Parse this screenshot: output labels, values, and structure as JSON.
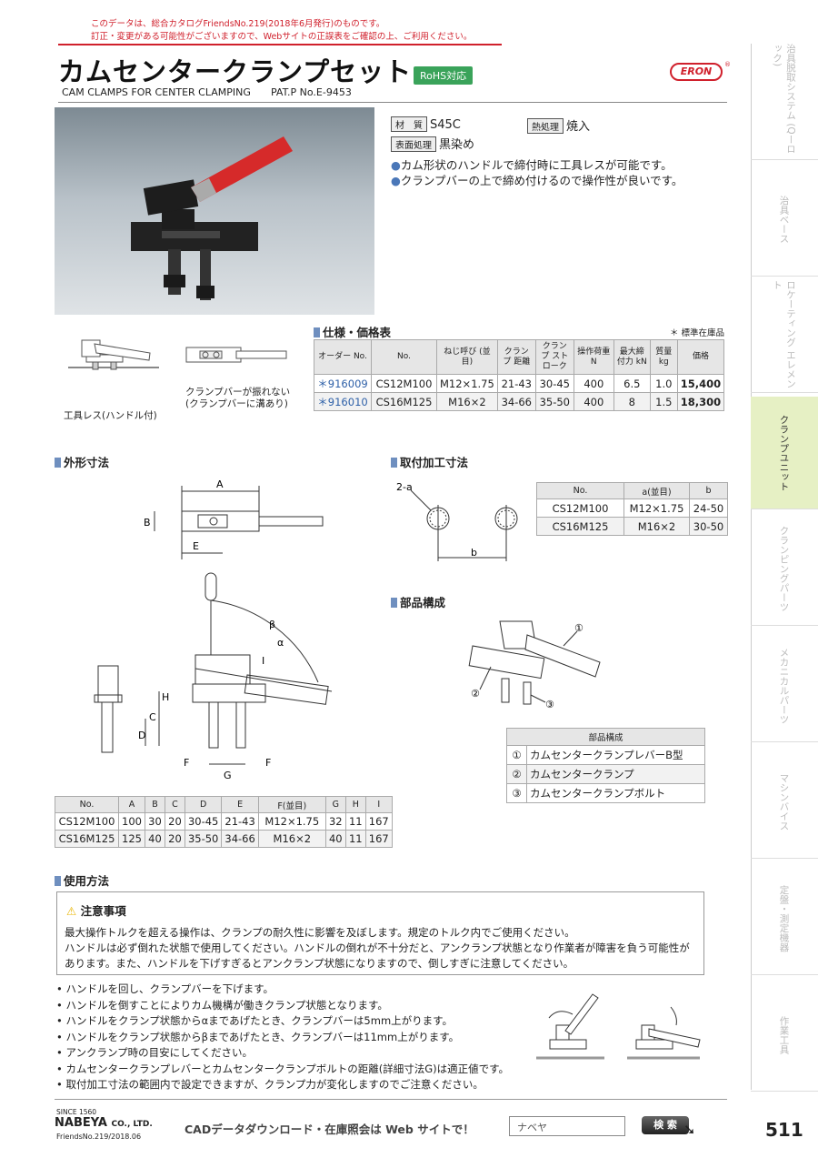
{
  "notice": [
    "このデータは、総合カタログFriendsNo.219(2018年6月発行)のものです。",
    "訂正・変更がある可能性がございますので、Webサイトの正誤表をご確認の上、ご利用ください。"
  ],
  "header": {
    "title": "カムセンタークランプセット",
    "rohs": "RoHS対応",
    "subtitle": "CAM CLAMPS FOR CENTER CLAMPING",
    "patent": "PAT.P No.E-9453",
    "brand": "ERON",
    "brand_mark": "®"
  },
  "specs": {
    "material_label": "材　質",
    "material": "S45C",
    "heat_label": "熱処理",
    "heat": "焼入",
    "surface_label": "表面処理",
    "surface": "黒染め"
  },
  "features": [
    "カム形状のハンドルで締付時に工具レスが可能です。",
    "クランプバーの上で締め付けるので操作性が良いです。"
  ],
  "illus": {
    "left_caption": "工具レス(ハンドル付)",
    "right_caption_1": "クランプバーが振れない",
    "right_caption_2": "(クランプバーに溝あり)"
  },
  "price_table": {
    "section": "仕様・価格表",
    "stock_note": "＊ 標準在庫品",
    "headers": [
      "オーダー No.",
      "No.",
      "ねじ呼び (並目)",
      "クランプ 距離",
      "クランプ ストローク",
      "操作荷重 N",
      "最大締付力 kN",
      "質量 kg",
      "価格"
    ],
    "rows": [
      [
        "＊916009",
        "CS12M100",
        "M12×1.75",
        "21-43",
        "30-45",
        "400",
        "6.5",
        "1.0",
        "15,400"
      ],
      [
        "＊916010",
        "CS16M125",
        "M16×2",
        "34-66",
        "35-50",
        "400",
        "8",
        "1.5",
        "18,300"
      ]
    ]
  },
  "dims": {
    "section": "外形寸法",
    "labels": [
      "A",
      "B",
      "E",
      "β",
      "α",
      "I",
      "H",
      "C",
      "D",
      "F",
      "G",
      "F"
    ],
    "headers": [
      "No.",
      "A",
      "B",
      "C",
      "D",
      "E",
      "F(並目)",
      "G",
      "H",
      "I"
    ],
    "rows": [
      [
        "CS12M100",
        "100",
        "30",
        "20",
        "30-45",
        "21-43",
        "M12×1.75",
        "32",
        "11",
        "167"
      ],
      [
        "CS16M125",
        "125",
        "40",
        "20",
        "35-50",
        "34-66",
        "M16×2",
        "40",
        "11",
        "167"
      ]
    ]
  },
  "mount": {
    "section": "取付加工寸法",
    "label_2a": "2-a",
    "label_b": "b",
    "headers": [
      "No.",
      "a(並目)",
      "b"
    ],
    "rows": [
      [
        "CS12M100",
        "M12×1.75",
        "24-50"
      ],
      [
        "CS16M125",
        "M16×2",
        "30-50"
      ]
    ]
  },
  "parts": {
    "section": "部品構成",
    "header": "部品構成",
    "marks": [
      "①",
      "②",
      "③"
    ],
    "rows": [
      [
        "①",
        "カムセンタークランプレバーB型"
      ],
      [
        "②",
        "カムセンタークランプ"
      ],
      [
        "③",
        "カムセンタークランプボルト"
      ]
    ]
  },
  "usage": {
    "section": "使用方法",
    "caution_title": "注意事項",
    "caution": [
      "最大操作トルクを超える操作は、クランプの耐久性に影響を及ぼします。規定のトルク内でご使用ください。",
      "ハンドルは必ず倒れた状態で使用してください。ハンドルの倒れが不十分だと、アンクランプ状態となり作業者が障害を負う可能性が",
      "あります。また、ハンドルを下げすぎるとアンクランプ状態になりますので、倒しすぎに注意してください。"
    ],
    "items": [
      "ハンドルを回し、クランプバーを下げます。",
      "ハンドルを倒すことによりカム機構が働きクランプ状態となります。",
      "ハンドルをクランプ状態からαまであげたとき、クランプバーは5mm上がります。",
      "ハンドルをクランプ状態からβまであげたとき、クランプバーは11mm上がります。",
      "アンクランプ時の目安にしてください。",
      "カムセンタークランプレバーとカムセンタークランプボルトの距離(詳細寸法G)は適正値です。",
      "取付加工寸法の範囲内で設定できますが、クランプ力が変化しますのでご注意ください。"
    ]
  },
  "sidebar": [
    {
      "label": "治具脱取システム (Qーロック)",
      "active": false
    },
    {
      "label": "治具ベース",
      "active": false
    },
    {
      "label": "ロケーティング エレメント",
      "active": false
    },
    {
      "label": "クランプユニット",
      "active": true
    },
    {
      "label": "クランピングパーツ",
      "active": false
    },
    {
      "label": "メカニカルパーツ",
      "active": false
    },
    {
      "label": "マシンバイス",
      "active": false
    },
    {
      "label": "定盤・測定機器",
      "active": false
    },
    {
      "label": "作業工具",
      "active": false
    }
  ],
  "footer": {
    "since": "SINCE 1560",
    "company": "NABEYA",
    "company_suffix": "CO., LTD.",
    "catalog": "FriendsNo.219/2018.06",
    "cad_text": "CADデータダウンロード・在庫照会は Web サイトで！",
    "search_value": "ナベヤ",
    "search_button": "検 索",
    "page": "511"
  },
  "colors": {
    "accent_red": "#d0202c",
    "accent_blue": "#6f8fbf",
    "handle_red": "#d62a2a",
    "active_tab": "#e6f0c4"
  }
}
